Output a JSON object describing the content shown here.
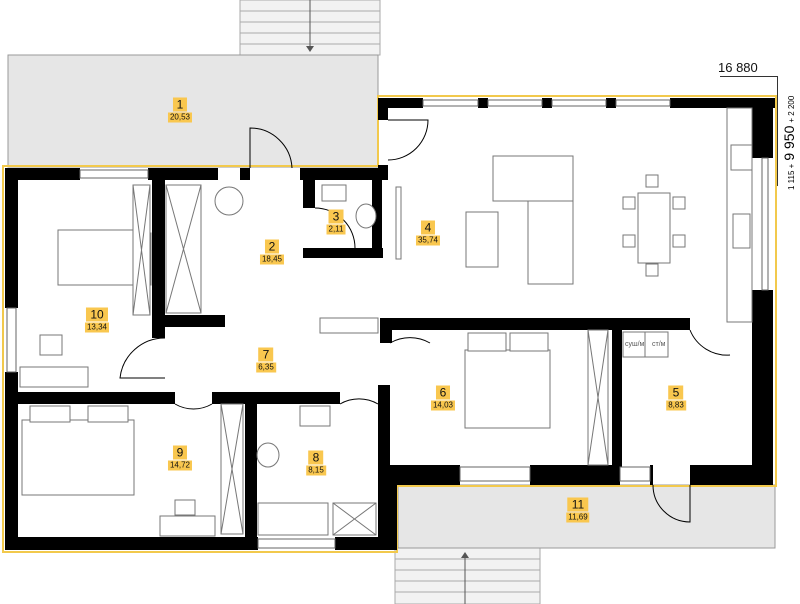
{
  "plan": {
    "dimensions": {
      "width_total": "16 880",
      "side_a": "1 115 +",
      "side_b": "9 950",
      "side_c": "+ 2 200"
    },
    "rooms": [
      {
        "number": "1",
        "area": "20,53"
      },
      {
        "number": "2",
        "area": "18,45"
      },
      {
        "number": "3",
        "area": "2,11"
      },
      {
        "number": "4",
        "area": "35,74"
      },
      {
        "number": "5",
        "area": "8,83"
      },
      {
        "number": "6",
        "area": "14,03"
      },
      {
        "number": "7",
        "area": "6,35"
      },
      {
        "number": "8",
        "area": "8,15"
      },
      {
        "number": "9",
        "area": "14,72"
      },
      {
        "number": "10",
        "area": "13,34"
      },
      {
        "number": "11",
        "area": "11,69"
      }
    ],
    "appliances": {
      "dryer": "суш/м",
      "washer": "ст/м"
    },
    "colors": {
      "label_bg": "#f9c74f",
      "outline": "#f2c94c",
      "terrace": "#e6e6e6",
      "wall": "#000000"
    }
  }
}
